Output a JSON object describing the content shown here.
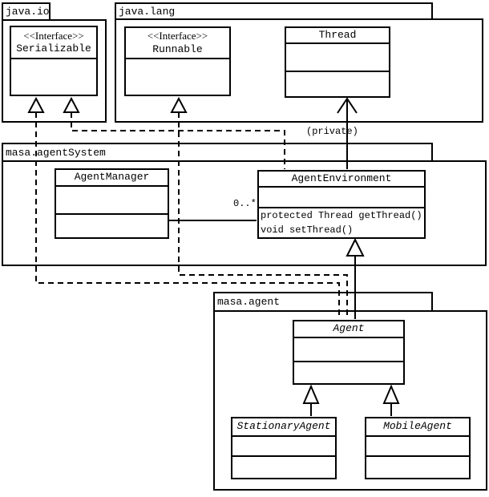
{
  "diagram": {
    "type": "uml-class-diagram",
    "background_color": "#ffffff",
    "line_color": "#000000"
  },
  "packages": {
    "java_io": {
      "label": "java.io"
    },
    "java_lang": {
      "label": "java.lang"
    },
    "masa_agent_system": {
      "label": "masa.agentSystem"
    },
    "masa_agent": {
      "label": "masa.agent"
    }
  },
  "classes": {
    "serializable": {
      "stereotype": "<<Interface>>",
      "name": "Serializable"
    },
    "runnable": {
      "stereotype": "<<Interface>>",
      "name": "Runnable"
    },
    "thread": {
      "name": "Thread"
    },
    "agent_manager": {
      "name": "AgentManager"
    },
    "agent_environment": {
      "name": "AgentEnvironment",
      "methods": [
        "protected Thread getThread()",
        "void setThread()"
      ]
    },
    "agent": {
      "name": "Agent",
      "abstract": true
    },
    "stationary_agent": {
      "name": "StationaryAgent",
      "abstract": true
    },
    "mobile_agent": {
      "name": "MobileAgent",
      "abstract": true
    }
  },
  "labels": {
    "thread_inheritance": "(private)",
    "association_multiplicity": "0..*"
  },
  "relationships": [
    {
      "type": "realization",
      "from": "Agent",
      "to": "Serializable",
      "style": "dashed-hollow-triangle"
    },
    {
      "type": "realization",
      "from": "AgentEnvironment",
      "to": "Serializable",
      "style": "dashed-hollow-triangle"
    },
    {
      "type": "realization",
      "from": "Agent",
      "to": "Runnable",
      "style": "dashed-hollow-triangle"
    },
    {
      "type": "generalization",
      "from": "AgentEnvironment",
      "to": "Thread",
      "label": "(private)",
      "style": "solid-open-arrow"
    },
    {
      "type": "association",
      "from": "AgentManager",
      "to": "AgentEnvironment",
      "multiplicity": "0..*",
      "style": "solid-line"
    },
    {
      "type": "generalization",
      "from": "Agent",
      "to": "AgentEnvironment",
      "style": "solid-hollow-triangle"
    },
    {
      "type": "generalization",
      "from": "StationaryAgent",
      "to": "Agent",
      "style": "solid-hollow-triangle"
    },
    {
      "type": "generalization",
      "from": "MobileAgent",
      "to": "Agent",
      "style": "solid-hollow-triangle"
    }
  ]
}
